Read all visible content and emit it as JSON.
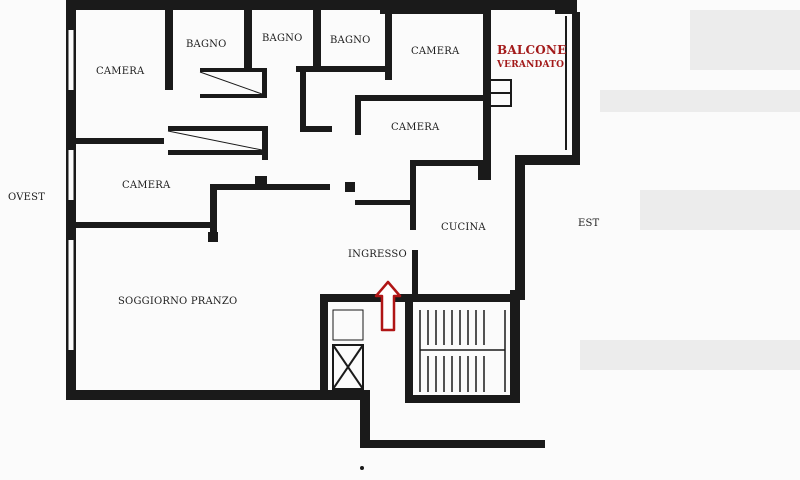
{
  "rooms": {
    "camera_1": "CAMERA",
    "bagno_1": "BAGNO",
    "bagno_2": "BAGNO",
    "bagno_3": "BAGNO",
    "camera_2": "CAMERA",
    "camera_3": "CAMERA",
    "camera_4": "CAMERA",
    "cucina": "CUCINA",
    "ingresso": "INGRESSO",
    "soggiorno": "SOGGIORNO  PRANZO"
  },
  "balcone": {
    "title": "BALCONE",
    "subtitle": "VERANDATO"
  },
  "orientation": {
    "west": "OVEST",
    "east": "EST"
  },
  "colors": {
    "wall": "#1a1a1a",
    "entrance_arrow": "#b01515",
    "label": "#1c1c1c",
    "background": "#fbfbfb"
  }
}
